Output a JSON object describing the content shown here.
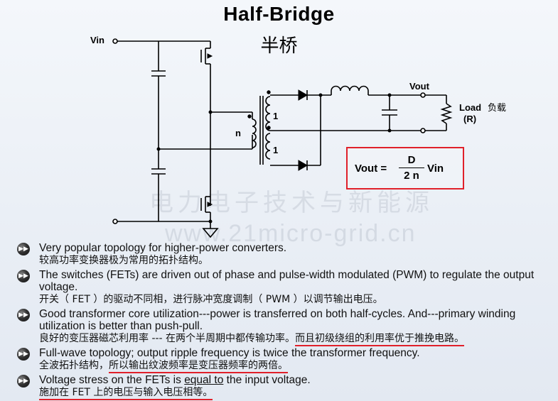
{
  "title": "Half-Bridge",
  "subtitle": "半桥",
  "circuit": {
    "vin_label": "Vin",
    "vout_label": "Vout",
    "n_label": "n",
    "winding_top": "1",
    "winding_bottom": "1",
    "load_label": "Load",
    "load_cn": "负载",
    "load_r": "(R)"
  },
  "formula": {
    "lhs": "Vout =",
    "numerator": "D",
    "denominator": "2 n",
    "rhs": "Vin"
  },
  "watermark": {
    "cn": "电力电子技术与新能源",
    "url": "www.21micro-grid.cn"
  },
  "bullets": [
    {
      "en": "Very popular topology for higher-power converters.",
      "zh": "较高功率变换器极为常用的拓扑结构。"
    },
    {
      "en": "The switches (FETs) are driven out of phase and pulse-width modulated (PWM) to regulate the output voltage.",
      "zh": "开关（ FET ）的驱动不同相，进行脉冲宽度调制（ PWM ）以调节输出电压。"
    },
    {
      "en": "Good transformer core utilization---power is transferred on both half-cycles.  And---primary winding utilization is better than push-pull.",
      "zh_a": "良好的变压器磁芯利用率 --- 在两个半周期中都传输功率。",
      "zh_b": "而且初级绕组的利用率优于推挽电路。"
    },
    {
      "en": "Full-wave topology; output ripple frequency is twice the transformer frequency.",
      "zh_a": "全波拓扑结构，",
      "zh_b": "所以输出纹波频率是变压器频率的两倍。"
    },
    {
      "en_a": "Voltage stress on the FETs is ",
      "en_b": "equal to",
      "en_c": " the input voltage.",
      "zh": "施加在 FET  上的电压与输入电压相等。"
    }
  ]
}
